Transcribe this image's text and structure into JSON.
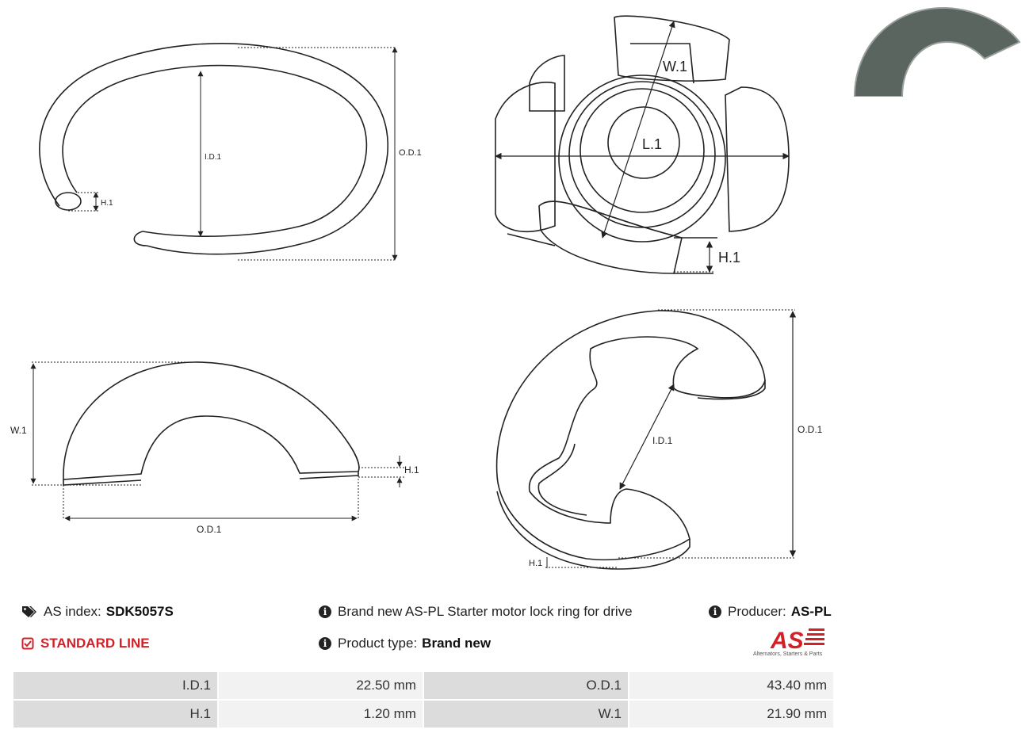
{
  "drawing_labels": {
    "ring_id": "I.D.1",
    "ring_od": "O.D.1",
    "ring_h": "H.1",
    "top_w": "W.1",
    "top_l": "L.1",
    "top_h": "H.1",
    "side_w": "W.1",
    "side_h": "H.1",
    "side_od": "O.D.1",
    "iso_id": "I.D.1",
    "iso_od": "O.D.1",
    "iso_h": "H.1"
  },
  "info": {
    "as_index_label": "AS index:",
    "as_index_value": "SDK5057S",
    "line": "STANDARD LINE",
    "description": "Brand new AS-PL Starter motor lock ring for drive",
    "product_type_label": "Product type:",
    "product_type_value": "Brand new",
    "producer_label": "Producer:",
    "producer_value": "AS-PL",
    "logo_text": "AS",
    "logo_tagline": "Alternators, Starters & Parts"
  },
  "specs": [
    {
      "label": "I.D.1",
      "value": "22.50 mm",
      "label2": "O.D.1",
      "value2": "43.40 mm"
    },
    {
      "label": "H.1",
      "value": "1.20 mm",
      "label2": "W.1",
      "value2": "21.90 mm"
    }
  ],
  "colors": {
    "accent_red": "#d32027",
    "table_label_bg": "#dcdcdc",
    "table_value_bg": "#f2f2f2"
  },
  "icons": [
    "tags-icon",
    "check-square-icon",
    "info-circle-icon"
  ]
}
